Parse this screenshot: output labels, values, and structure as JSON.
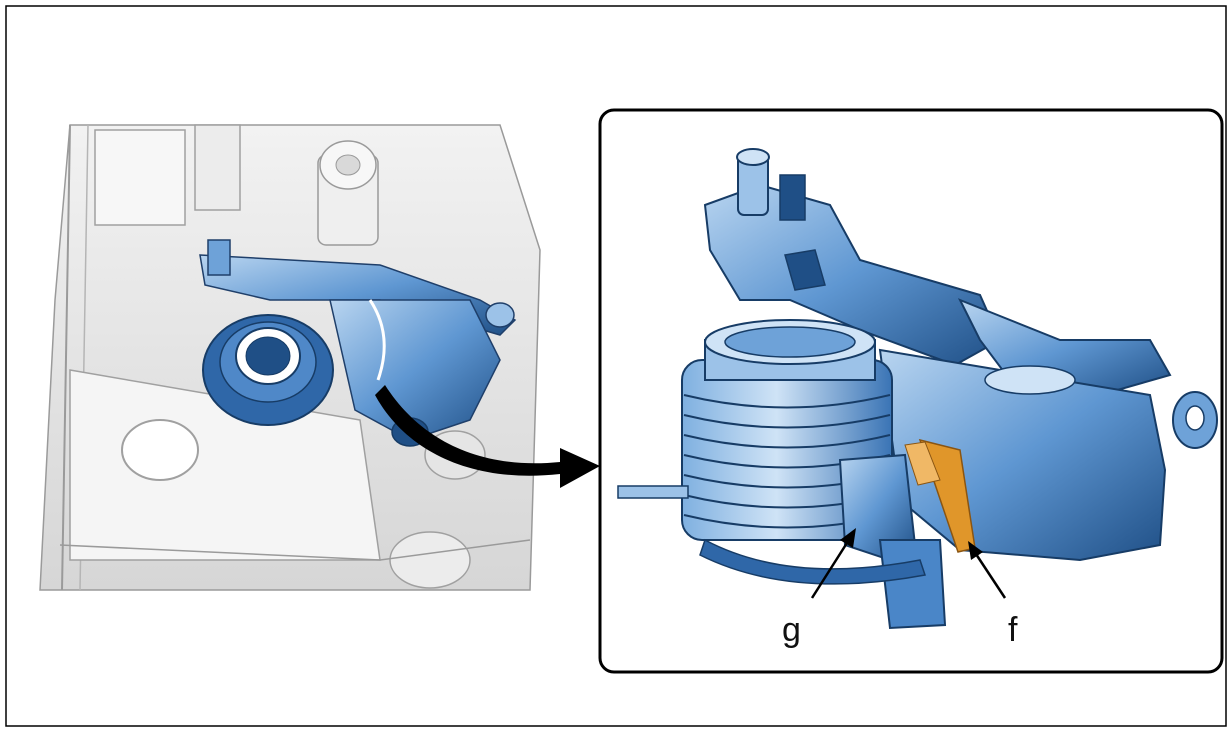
{
  "diagram": {
    "callouts": [
      {
        "id": "g",
        "label": "g"
      },
      {
        "id": "f",
        "label": "f"
      }
    ],
    "colors": {
      "part_blue": "#4a86c8",
      "part_blue_light": "#a9c9ea",
      "part_blue_dark": "#1f4f86",
      "housing_gray": "#e6e6e6",
      "housing_line": "#9a9a9a",
      "contact_orange": "#e0962a",
      "arrow_black": "#000000"
    },
    "icons": [
      "detail-magnify-arrow-icon",
      "leader-arrow-icon"
    ]
  }
}
